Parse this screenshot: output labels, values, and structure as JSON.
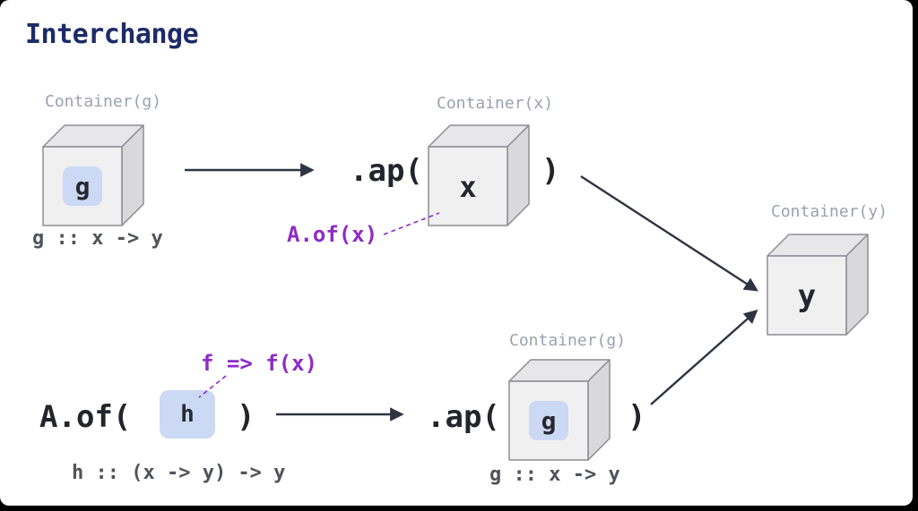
{
  "title": "Interchange",
  "colors": {
    "title": "#1d2b66",
    "label_gray": "#9aa2ae",
    "signature": "#51535b",
    "annotation_purple": "#8e2ac8",
    "arrow": "#2e3442",
    "cube_front": "#f0f0f1",
    "cube_top": "#e7e7e9",
    "cube_side": "#d9d9dc",
    "value_chip_blue": "#ccd9f4"
  },
  "top_row": {
    "g_cube": {
      "container_label": "Container(g)",
      "letter": "g",
      "signature": "g :: x -> y"
    },
    "ap_open": ".ap(",
    "x_cube": {
      "container_label": "Container(x)",
      "letter": "x"
    },
    "ap_close": ")",
    "annotation": "A.of(x)"
  },
  "bottom_row": {
    "annotation": "f => f(x)",
    "aof_open": "A.of(",
    "h_chip": {
      "letter": "h",
      "signature": "h :: (x -> y) -> y"
    },
    "aof_close": ")",
    "ap_open": ".ap(",
    "g_cube": {
      "container_label": "Container(g)",
      "letter": "g",
      "signature": "g :: x -> y"
    },
    "ap_close": ")"
  },
  "result": {
    "y_cube": {
      "container_label": "Container(y)",
      "letter": "y"
    }
  }
}
